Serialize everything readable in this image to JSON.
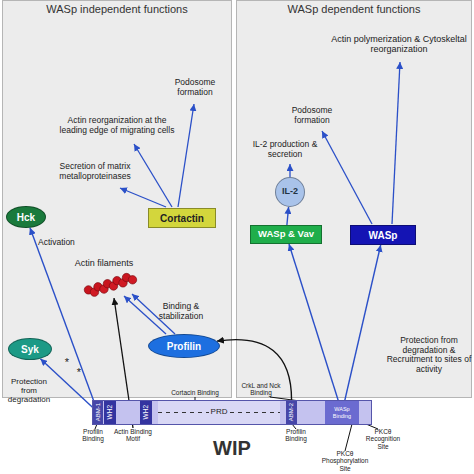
{
  "diagram": {
    "nodes": [
      {
        "text": [
          "WASp independent functions"
        ]
      },
      {
        "text": [
          "WASp dependent functions"
        ]
      },
      {
        "text": [
          "Hck"
        ],
        "in": 0
      },
      {
        "text": [
          "Cortactin"
        ],
        "in": 0
      },
      {
        "text": [
          "Profilin"
        ],
        "in": 0
      },
      {
        "text": [
          "Syk"
        ],
        "in": 0
      },
      {
        "text": [
          "IL-2"
        ],
        "in": 1
      },
      {
        "text": [
          "WASp & Vav"
        ],
        "in": 1
      },
      {
        "text": [
          "WASp"
        ],
        "in": 1
      },
      {
        "text": [
          "WIP"
        ]
      },
      {
        "text": [
          "ABM-1"
        ],
        "in": 9
      },
      {
        "text": [
          "WH2"
        ],
        "in": 9
      },
      {
        "text": [
          "WH2"
        ],
        "in": 9
      },
      {
        "text": [
          "PRD"
        ],
        "in": 9
      },
      {
        "text": [
          "ABM-2"
        ],
        "in": 9
      },
      {
        "text": [
          "WASp Binding"
        ],
        "in": 9
      }
    ],
    "edges": [
      {
        "from": 10,
        "to": 2,
        "arrow": "to",
        "label": "Activation"
      },
      {
        "from": 10,
        "to": 5,
        "arrow": "to"
      },
      {
        "from": 14,
        "to": 4,
        "arrow": "to"
      },
      {
        "from": 15,
        "to": 7,
        "arrow": "to"
      },
      {
        "from": 15,
        "to": 8,
        "arrow": "to"
      },
      {
        "from": 7,
        "to": 6,
        "arrow": "to"
      }
    ],
    "labels": [
      "Podosome formation",
      "Actin reorganization at the leading edge of migrating cells",
      "Secretion of matrix metalloproteinases",
      "Actin filaments",
      "Binding & stabilization",
      "*",
      "*",
      "Protection from degradation",
      "Actin polymerization & Cytoskeltal reorganization",
      "Podosome formation",
      "IL-2 production & secretion",
      "Protection from degradation & Recruitment to sites of activity",
      "Cortacin Binding",
      "CrkL and Nck Binding",
      "Profilin Binding",
      "Actin Binding Motif",
      "Profilin Binding",
      "PKCθ Recognition Site",
      "PKCθ Phosphorylation Site"
    ]
  }
}
